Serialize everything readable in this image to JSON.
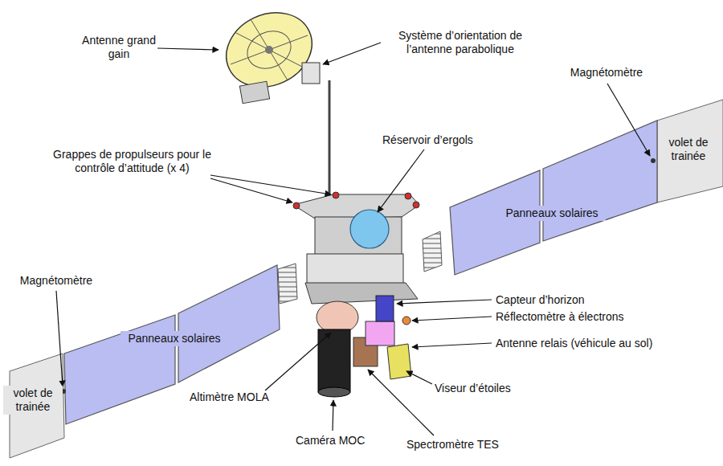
{
  "diagram": {
    "labels": [
      "Antenne grand gain",
      "Système d’orientation de l’antenne parabolique",
      "Magnétomètre",
      "volet de trainée",
      "Grappes de propulseurs pour le contrôle d’attitude (x 4)",
      "Réservoir d’ergols",
      "Panneaux solaires",
      "Panneaux solaires",
      "Magnétomètre",
      "volet de trainée",
      "Capteur d’horizon",
      "Réflectomètre à électrons",
      "Antenne relais (véhicule au sol)",
      "Viseur d’étoiles",
      "Altimètre MOLA",
      "Caméra MOC",
      "Spectromètre TES"
    ]
  }
}
